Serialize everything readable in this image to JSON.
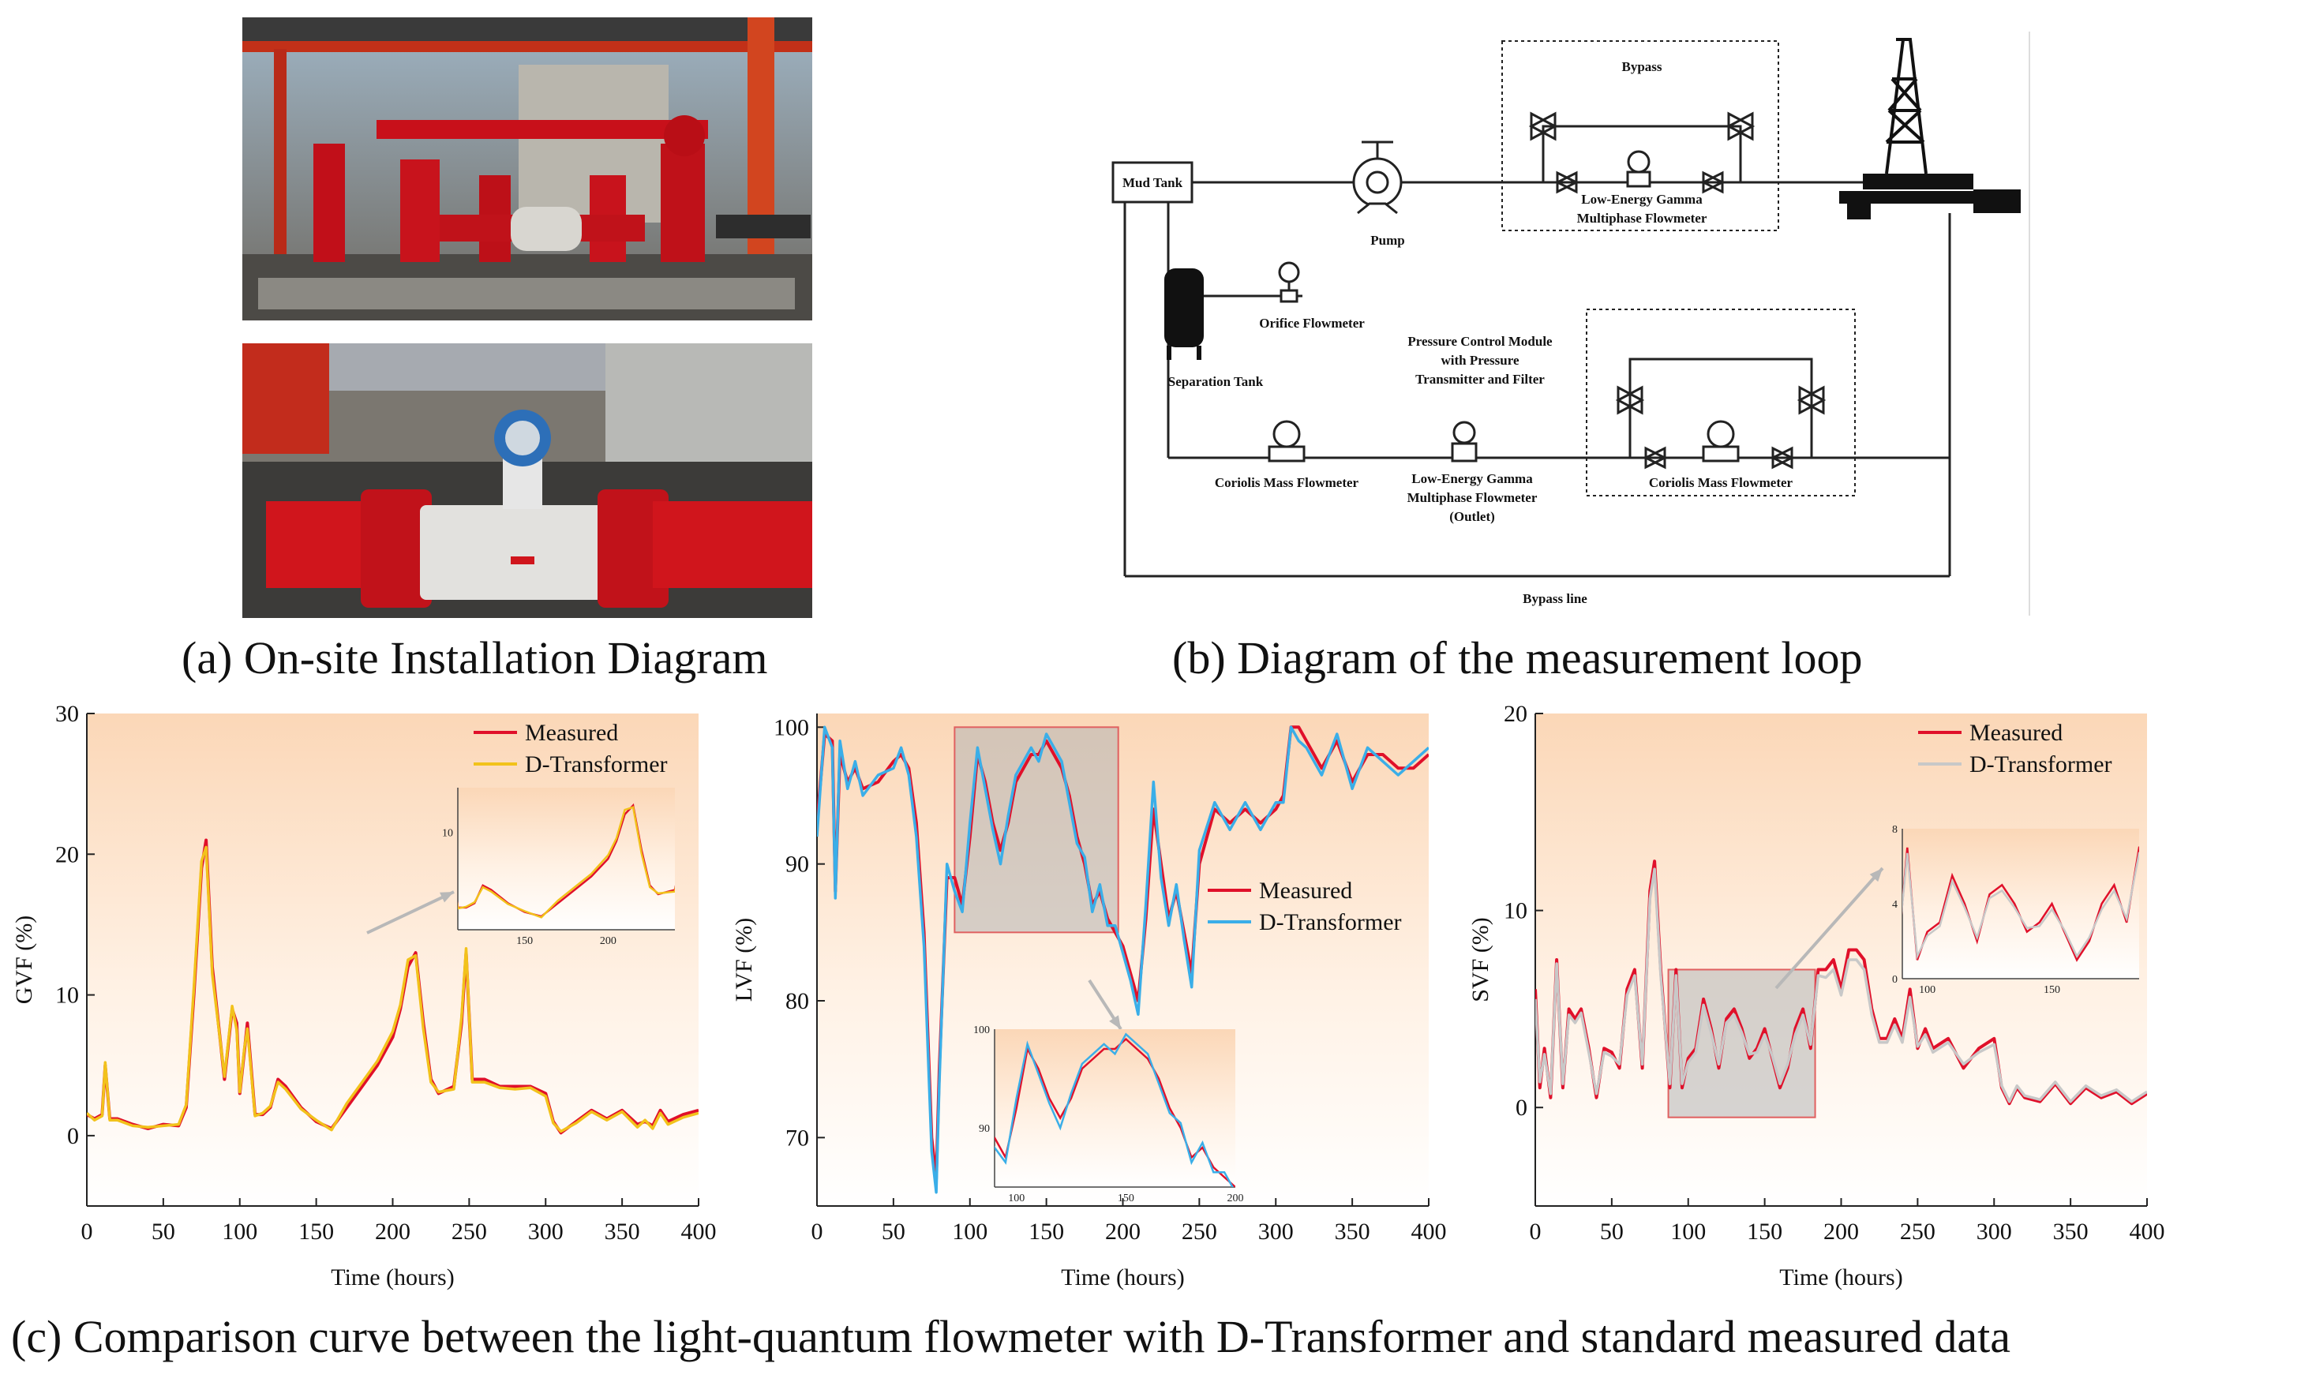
{
  "captions": {
    "a": "(a)  On-site Installation Diagram",
    "b": "(b)  Diagram of the measurement loop",
    "c": "(c)  Comparison curve between the light-quantum flowmeter with D-Transformer and standard measured data"
  },
  "loop_diagram": {
    "mud_tank": "Mud Tank",
    "bypass": "Bypass",
    "pump": "Pump",
    "gamma_top_line1": "Low-Energy Gamma",
    "gamma_top_line2": "Multiphase Flowmeter",
    "orifice": "Orifice Flowmeter",
    "separation_tank": "Separation Tank",
    "pressure_line1": "Pressure Control Module",
    "pressure_line2": "with Pressure",
    "pressure_line3": "Transmitter and Filter",
    "coriolis_left": "Coriolis Mass Flowmeter",
    "gamma_out_line1": "Low-Energy Gamma",
    "gamma_out_line2": "Multiphase Flowmeter",
    "gamma_out_line3": "(Outlet)",
    "coriolis_right": "Coriolis Mass Flowmeter",
    "bypass_line": "Bypass line"
  },
  "chart_data": [
    {
      "type": "line",
      "xlabel": "Time  (hours)",
      "ylabel": "GVF (%)",
      "xlim": [
        0,
        400
      ],
      "ylim": [
        -5,
        30
      ],
      "xticks": [
        "0",
        "50",
        "100",
        "150",
        "200",
        "250",
        "300",
        "350",
        "400"
      ],
      "yticks": [
        "0",
        "10",
        "20",
        "30"
      ],
      "legend_position": "top-right",
      "colors": {
        "measured": "#e0102a",
        "predicted": "#f2c21b"
      },
      "series": [
        {
          "name": "Measured",
          "x": [
            0,
            5,
            10,
            12,
            15,
            20,
            30,
            40,
            50,
            60,
            65,
            70,
            75,
            78,
            82,
            90,
            95,
            98,
            100,
            103,
            105,
            110,
            115,
            120,
            125,
            130,
            140,
            150,
            160,
            170,
            180,
            190,
            200,
            205,
            210,
            215,
            220,
            225,
            230,
            240,
            245,
            248,
            252,
            260,
            270,
            280,
            290,
            300,
            305,
            310,
            320,
            330,
            340,
            350,
            360,
            365,
            370,
            375,
            380,
            390,
            400
          ],
          "y": [
            1.5,
            1.2,
            1.5,
            5,
            1.2,
            1.2,
            0.8,
            0.5,
            0.8,
            0.7,
            2,
            10,
            19,
            21,
            12,
            4,
            9,
            8,
            3,
            6,
            8,
            1.5,
            1.5,
            2,
            4,
            3.5,
            2,
            1,
            0.5,
            2,
            3.5,
            5,
            7,
            9,
            12,
            13,
            8,
            4,
            3,
            3.5,
            8,
            13,
            4,
            4,
            3.5,
            3.5,
            3.5,
            3,
            1,
            0.2,
            1,
            1.8,
            1.2,
            1.8,
            0.8,
            1,
            0.7,
            1.8,
            1,
            1.5,
            1.8
          ]
        },
        {
          "name": "D-Transformer",
          "x": [
            0,
            5,
            10,
            12,
            15,
            20,
            30,
            40,
            50,
            60,
            65,
            70,
            75,
            78,
            82,
            90,
            95,
            98,
            100,
            103,
            105,
            110,
            115,
            120,
            125,
            130,
            140,
            150,
            160,
            170,
            180,
            190,
            200,
            205,
            210,
            215,
            220,
            225,
            230,
            240,
            245,
            248,
            252,
            260,
            270,
            280,
            290,
            300,
            305,
            310,
            320,
            330,
            340,
            350,
            360,
            365,
            370,
            375,
            380,
            390,
            400
          ],
          "y": [
            1.6,
            1.1,
            1.4,
            5.2,
            1.1,
            1.1,
            0.7,
            0.6,
            0.7,
            0.8,
            2.2,
            10.5,
            19.5,
            20.5,
            11.5,
            4.2,
            9.2,
            7.5,
            3.1,
            6.2,
            7.6,
            1.4,
            1.6,
            2.1,
            3.8,
            3.3,
            1.9,
            1.1,
            0.4,
            2.3,
            3.8,
            5.3,
            7.4,
            9.3,
            12.5,
            12.8,
            7.6,
            3.8,
            3.1,
            3.3,
            8.4,
            13.3,
            3.8,
            3.8,
            3.4,
            3.3,
            3.4,
            2.8,
            0.9,
            0.3,
            0.9,
            1.7,
            1.1,
            1.7,
            0.6,
            1.1,
            0.5,
            1.6,
            0.8,
            1.3,
            1.6
          ]
        }
      ],
      "inset": {
        "xticks": [
          "150",
          "200"
        ],
        "yticks": [
          "10"
        ]
      }
    },
    {
      "type": "line",
      "xlabel": "Time  (hours)",
      "ylabel": "LVF (%)",
      "xlim": [
        0,
        400
      ],
      "ylim": [
        65,
        101
      ],
      "xticks": [
        "0",
        "50",
        "100",
        "150",
        "200",
        "250",
        "300",
        "350",
        "400"
      ],
      "yticks": [
        "70",
        "80",
        "90",
        "100"
      ],
      "legend_position": "center-right",
      "colors": {
        "measured": "#e0102a",
        "predicted": "#3aaee8"
      },
      "series": [
        {
          "name": "Measured",
          "x": [
            0,
            5,
            10,
            12,
            15,
            20,
            25,
            30,
            40,
            50,
            55,
            60,
            65,
            70,
            75,
            78,
            80,
            85,
            90,
            95,
            100,
            105,
            110,
            115,
            120,
            125,
            130,
            135,
            140,
            145,
            150,
            155,
            160,
            165,
            170,
            175,
            180,
            185,
            190,
            195,
            200,
            205,
            210,
            215,
            220,
            225,
            230,
            235,
            240,
            245,
            250,
            260,
            270,
            280,
            290,
            300,
            305,
            310,
            315,
            320,
            330,
            340,
            350,
            360,
            370,
            380,
            390,
            400
          ],
          "y": [
            93,
            99.5,
            99,
            88,
            98,
            96,
            97,
            95.5,
            96,
            97.5,
            98,
            97,
            93,
            85,
            70,
            67,
            75,
            89,
            89,
            87,
            92,
            98,
            96,
            93,
            91,
            93,
            96,
            97,
            98,
            98,
            99,
            98,
            97,
            95,
            92,
            90,
            87,
            88,
            86,
            85,
            84,
            82,
            80,
            86,
            94,
            90,
            86,
            88,
            85,
            82,
            90,
            94,
            93,
            94,
            93,
            94,
            95,
            100,
            100,
            99,
            97,
            99,
            96,
            98,
            98,
            97,
            97,
            98
          ]
        },
        {
          "name": "D-Transformer",
          "x": [
            0,
            5,
            10,
            12,
            15,
            20,
            25,
            30,
            40,
            50,
            55,
            60,
            65,
            70,
            75,
            78,
            80,
            85,
            90,
            95,
            100,
            105,
            110,
            115,
            120,
            125,
            130,
            135,
            140,
            145,
            150,
            155,
            160,
            165,
            170,
            175,
            180,
            185,
            190,
            195,
            200,
            205,
            210,
            215,
            220,
            225,
            230,
            235,
            240,
            245,
            250,
            260,
            270,
            280,
            290,
            300,
            305,
            310,
            315,
            320,
            330,
            340,
            350,
            360,
            370,
            380,
            390,
            400
          ],
          "y": [
            92,
            100,
            98.5,
            87.5,
            99,
            95.5,
            97.5,
            95,
            96.5,
            97,
            98.5,
            96.5,
            92,
            84,
            69,
            66,
            74,
            90,
            88,
            86.5,
            93,
            98.5,
            95.5,
            92.5,
            90,
            93.5,
            96.5,
            97.5,
            98.5,
            97.5,
            99.5,
            98.5,
            97.5,
            94.5,
            91.5,
            90.5,
            86.5,
            88.5,
            85.5,
            85.5,
            83.5,
            81.5,
            79,
            87,
            96,
            89,
            85.5,
            88.5,
            84.5,
            81,
            91,
            94.5,
            92.5,
            94.5,
            92.5,
            94.5,
            94.5,
            100,
            99,
            98.5,
            96.5,
            99.5,
            95.5,
            98.5,
            97.5,
            96.5,
            97.5,
            98.5
          ]
        }
      ],
      "inset": {
        "xticks": [
          "100",
          "150",
          "200"
        ],
        "yticks": [
          "90",
          "100"
        ]
      }
    },
    {
      "type": "line",
      "xlabel": "Time  (hours)",
      "ylabel": "SVF (%)",
      "xlim": [
        0,
        400
      ],
      "ylim": [
        -5,
        20
      ],
      "xticks": [
        "0",
        "50",
        "100",
        "150",
        "200",
        "250",
        "300",
        "350",
        "400"
      ],
      "yticks": [
        "0",
        "10",
        "20"
      ],
      "legend_position": "top-right",
      "colors": {
        "measured": "#e0102a",
        "predicted": "#c8c8c8"
      },
      "series": [
        {
          "name": "Measured",
          "x": [
            0,
            3,
            6,
            10,
            14,
            18,
            22,
            26,
            30,
            35,
            40,
            45,
            50,
            55,
            60,
            65,
            70,
            75,
            78,
            82,
            88,
            92,
            96,
            100,
            105,
            110,
            115,
            120,
            125,
            130,
            135,
            140,
            145,
            150,
            155,
            160,
            165,
            170,
            175,
            180,
            185,
            190,
            195,
            200,
            205,
            210,
            215,
            220,
            225,
            230,
            235,
            240,
            245,
            250,
            255,
            260,
            270,
            280,
            290,
            300,
            305,
            310,
            315,
            320,
            330,
            340,
            350,
            360,
            370,
            380,
            390,
            400
          ],
          "y": [
            6,
            1,
            3,
            0.5,
            7.5,
            1,
            5,
            4.5,
            5,
            3,
            0.5,
            3,
            2.8,
            2,
            6,
            7,
            2,
            11,
            12.5,
            7,
            1,
            7,
            1,
            2.5,
            3,
            5.5,
            4,
            2,
            4.5,
            5,
            4,
            2.5,
            3,
            4,
            2.5,
            1,
            2,
            4,
            5,
            3,
            7,
            7,
            7.5,
            6,
            8,
            8,
            7.5,
            5,
            3.5,
            3.5,
            4.5,
            3.5,
            6,
            3,
            4,
            3,
            3.5,
            2,
            3,
            3.5,
            1,
            0.2,
            1,
            0.5,
            0.3,
            1.2,
            0.2,
            1,
            0.5,
            0.8,
            0.2,
            0.7
          ]
        },
        {
          "name": "D-Transformer",
          "x": [
            0,
            3,
            6,
            10,
            14,
            18,
            22,
            26,
            30,
            35,
            40,
            45,
            50,
            55,
            60,
            65,
            70,
            75,
            78,
            82,
            88,
            92,
            96,
            100,
            105,
            110,
            115,
            120,
            125,
            130,
            135,
            140,
            145,
            150,
            155,
            160,
            165,
            170,
            175,
            180,
            185,
            190,
            195,
            200,
            205,
            210,
            215,
            220,
            225,
            230,
            235,
            240,
            245,
            250,
            255,
            260,
            270,
            280,
            290,
            300,
            305,
            310,
            315,
            320,
            330,
            340,
            350,
            360,
            370,
            380,
            390,
            400
          ],
          "y": [
            5.5,
            1.3,
            2.7,
            0.7,
            7.3,
            1.2,
            4.7,
            4.3,
            4.8,
            2.8,
            0.7,
            2.8,
            2.6,
            2.2,
            5.7,
            6.7,
            2.2,
            10.6,
            12.1,
            6.7,
            1.2,
            6.7,
            1.2,
            2.3,
            2.8,
            5.2,
            3.8,
            2.2,
            4.3,
            4.7,
            3.8,
            2.7,
            2.8,
            3.7,
            2.6,
            1.2,
            2.2,
            3.7,
            4.7,
            3.2,
            6.7,
            6.6,
            7,
            5.7,
            7.5,
            7.5,
            7,
            4.7,
            3.3,
            3.3,
            4.2,
            3.3,
            5.6,
            3.1,
            3.7,
            2.8,
            3.3,
            2.2,
            2.8,
            3.2,
            1.1,
            0.3,
            1.1,
            0.6,
            0.4,
            1.3,
            0.3,
            1.1,
            0.6,
            0.9,
            0.3,
            0.8
          ]
        }
      ],
      "inset": {
        "xticks": [
          "100",
          "150"
        ],
        "yticks": [
          "0",
          "4",
          "8"
        ]
      }
    }
  ]
}
